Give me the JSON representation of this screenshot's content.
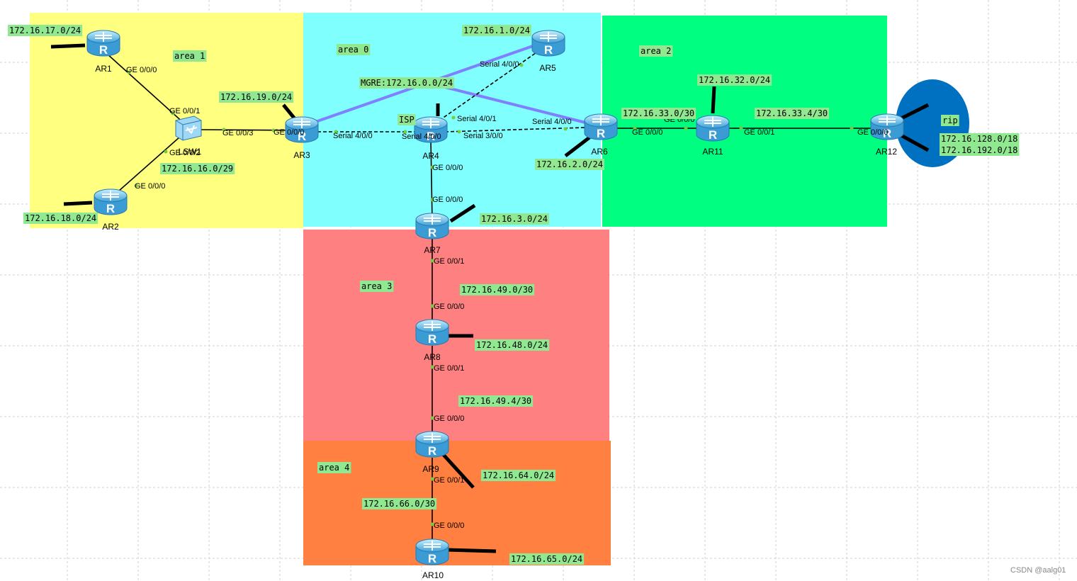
{
  "colors": {
    "area1": "#ffff80",
    "area0": "#80ffff",
    "area2": "#00ff80",
    "area3": "#ff8080",
    "area4": "#ff8040",
    "rip": "#0070c0",
    "mgre": "#8080ff",
    "net_label_bg": "#90e890",
    "port_dot": "#7ac943",
    "grid": "#d0d0d0"
  },
  "areas": {
    "area1": "area 1",
    "area0": "area 0",
    "area2": "area 2",
    "area3": "area 3",
    "area4": "area 4",
    "rip": "rip"
  },
  "devices": {
    "ar1": "AR1",
    "ar2": "AR2",
    "ar3": "AR3",
    "ar4": "AR4",
    "ar5": "AR5",
    "ar6": "AR6",
    "ar7": "AR7",
    "ar8": "AR8",
    "ar9": "AR9",
    "ar10": "AR10",
    "ar11": "AR11",
    "ar12": "AR12",
    "lsw1": "LSW1",
    "isp": "ISP"
  },
  "networks": {
    "n17": "172.16.17.0/24",
    "n18": "172.16.18.0/24",
    "n16": "172.16.16.0/29",
    "n19": "172.16.19.0/24",
    "mgre": "MGRE:172.16.0.0/24",
    "n1": "172.16.1.0/24",
    "n2": "172.16.2.0/24",
    "n3": "172.16.3.0/24",
    "n33_0": "172.16.33.0/30",
    "n32": "172.16.32.0/24",
    "n33_4": "172.16.33.4/30",
    "n128": "172.16.128.0/18",
    "n192": "172.16.192.0/18",
    "n49_0": "172.16.49.0/30",
    "n48": "172.16.48.0/24",
    "n49_4": "172.16.49.4/30",
    "n64": "172.16.64.0/24",
    "n66": "172.16.66.0/30",
    "n65": "172.16.65.0/24"
  },
  "ports": {
    "ar1_ge000": "GE 0/0/0",
    "lsw_ge001": "GE 0/0/1",
    "lsw_ge002": "GE 0/0/2",
    "lsw_ge003": "GE 0/0/3",
    "ar2_ge000": "GE 0/0/0",
    "ar3_ge000": "GE 0/0/0",
    "ar3_s400": "Serial 4/0/0",
    "ar4_s400": "Serial 4/0/0",
    "ar4_s401": "Serial 4/0/1",
    "ar4_s300": "Serial 3/0/0",
    "ar5_s400": "Serial 4/0/0",
    "ar6_s400": "Serial 4/0/0",
    "ar4_ge000": "GE 0/0/0",
    "ar7_ge000": "GE 0/0/0",
    "ar6_ge000": "GE 0/0/0",
    "ar11_ge000": "GE 0/0/0",
    "ar11_ge001": "GE 0/0/1",
    "ar12_ge000": "GE 0/0/0",
    "ar7_ge001": "GE 0/0/1",
    "ar8_ge000": "GE 0/0/0",
    "ar8_ge001": "GE 0/0/1",
    "ar9_ge000": "GE 0/0/0",
    "ar9_ge001": "GE 0/0/1",
    "ar10_ge000": "GE 0/0/0"
  },
  "watermark": "CSDN @aalg01"
}
